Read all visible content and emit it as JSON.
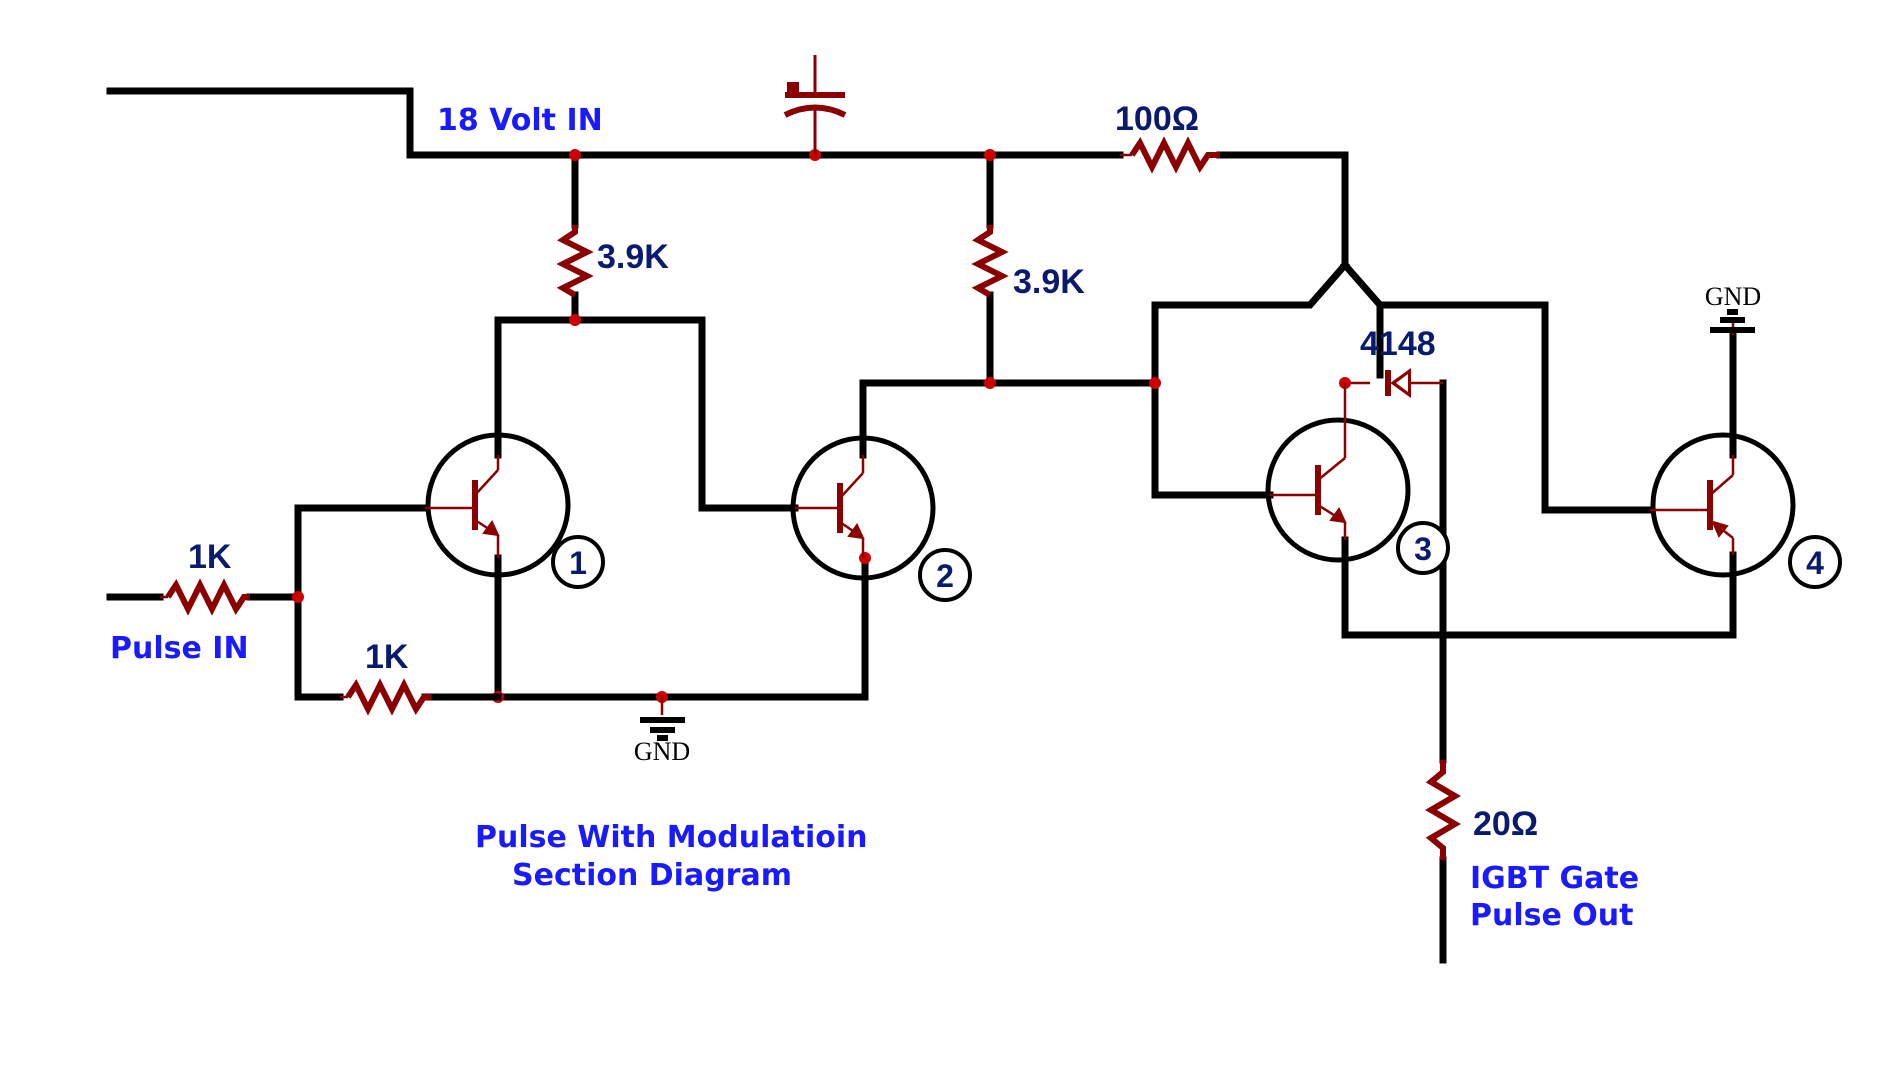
{
  "diagram": {
    "title_line1": "Pulse With Modulatioin",
    "title_line2": "Section Diagram",
    "labels": {
      "supply": "18 Volt IN",
      "pulse_in": "Pulse IN",
      "output_line1": "IGBT Gate",
      "output_line2": "Pulse Out"
    },
    "components": {
      "r_in": "1K",
      "r_base": "1K",
      "r_c1": "3.9K",
      "r_c2": "3.9K",
      "r_series": "100Ω",
      "diode": "4148",
      "r_gate": "20Ω"
    },
    "transistors": [
      "1",
      "2",
      "3",
      "4"
    ],
    "grounds": [
      "GND",
      "GND"
    ]
  }
}
